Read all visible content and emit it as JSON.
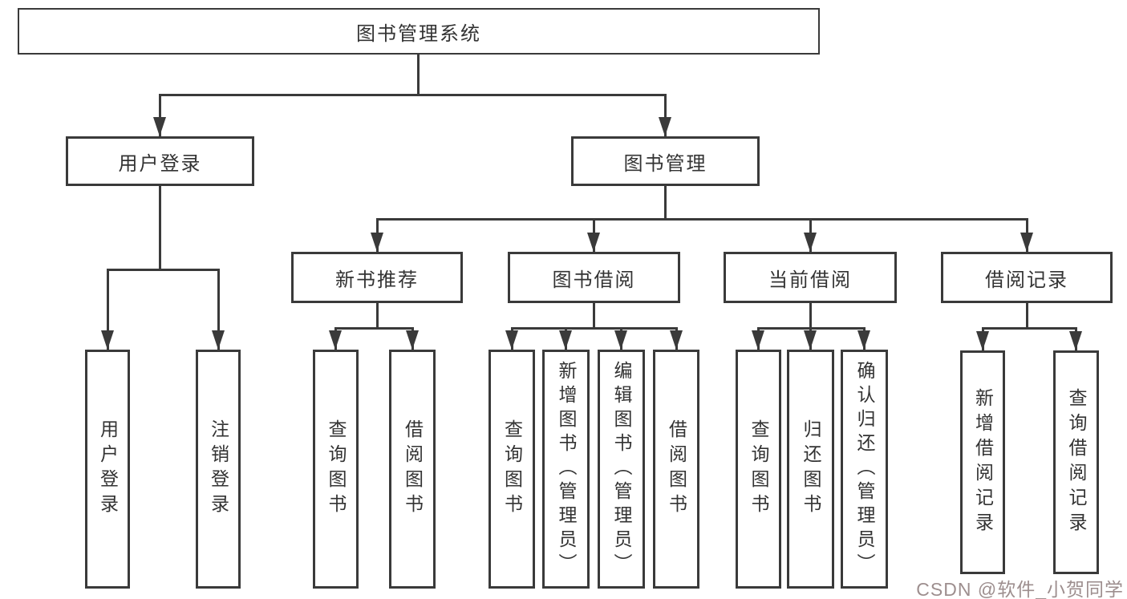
{
  "nodes": {
    "root": "图书管理系统",
    "level2": {
      "user_login": "用户登录",
      "book_management": "图书管理"
    },
    "level3": {
      "new_book_recommend": "新书推荐",
      "book_borrow": "图书借阅",
      "current_borrow": "当前借阅",
      "borrow_records": "借阅记录"
    },
    "leaves": {
      "user_login_leaf": "用户登录",
      "logout_leaf": "注销登录",
      "nb_query_books": "查询图书",
      "nb_borrow_books": "借阅图书",
      "bb_query_books": "查询图书",
      "bb_add_books": "新增图书（管理员）",
      "bb_edit_books": "编辑图书（管理员）",
      "bb_borrow_books": "借阅图书",
      "cb_query_books": "查询图书",
      "cb_return_books": "归还图书",
      "cb_confirm_return": "确认归还（管理员）",
      "br_add_record": "新增借阅记录",
      "br_query_record": "查询借阅记录"
    }
  },
  "watermark": "CSDN @软件_小贺同学",
  "colors": {
    "line": "#3a3a3a",
    "box_border": "#3a3a3a",
    "text": "#333333",
    "background": "#ffffff",
    "watermark": "#8c7a7a"
  }
}
